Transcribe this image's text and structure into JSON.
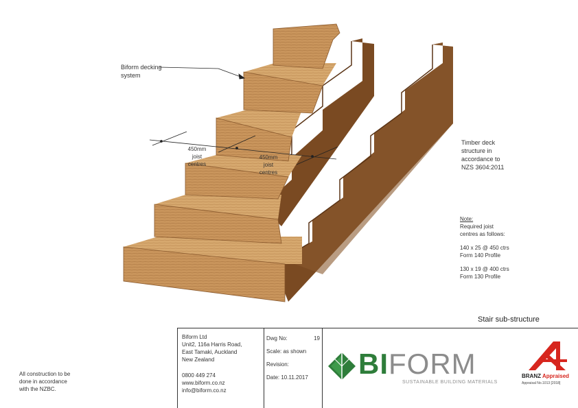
{
  "annotations": {
    "decking_label": [
      "Biform decking",
      "system"
    ],
    "joist_left": [
      "450mm",
      "joist",
      "centres"
    ],
    "joist_right": [
      "450mm",
      "joist",
      "centres"
    ],
    "timber_deck": [
      "Timber deck",
      "structure in",
      "accordance to",
      "NZS 3604:2011"
    ],
    "note_title": "Note:",
    "note_lines": [
      "Required joist",
      "centres as follows:"
    ],
    "spec1": [
      "140 x 25 @ 450 ctrs",
      "Form 140 Profile"
    ],
    "spec2": [
      "130 x 19 @ 400 ctrs",
      "Form 130 Profile"
    ]
  },
  "drawing_title": "Stair sub-structure",
  "footer_note": [
    "All construction to be",
    "done in accordance",
    "with the NZBC."
  ],
  "title_block": {
    "company": [
      "Biform Ltd",
      "Unit2, 116a Harris Road,",
      "East Tamaki, Auckland",
      "New Zealand"
    ],
    "contact": [
      "0800 449 274",
      "www.biform.co.nz",
      "info@biform.co.nz"
    ],
    "dwg_label": "Dwg No:",
    "dwg_no": "19",
    "scale": "Scale: as shown",
    "revision": "Revision:",
    "date": "Date: 10.11.2017"
  },
  "logo": {
    "bi": "BI",
    "form": "FORM",
    "tagline": "SUSTAINABLE BUILDING MATERIALS",
    "green": "#2e7d3a",
    "grey": "#8c8c8c"
  },
  "branz": {
    "label": "BRANZ Appraised",
    "sub": "Appraisal No.1013 [2018]",
    "red": "#d7261e"
  },
  "colors": {
    "timber_face": "#c9955c",
    "timber_top": "#d6a86e",
    "stringer": "#7a4a22"
  }
}
